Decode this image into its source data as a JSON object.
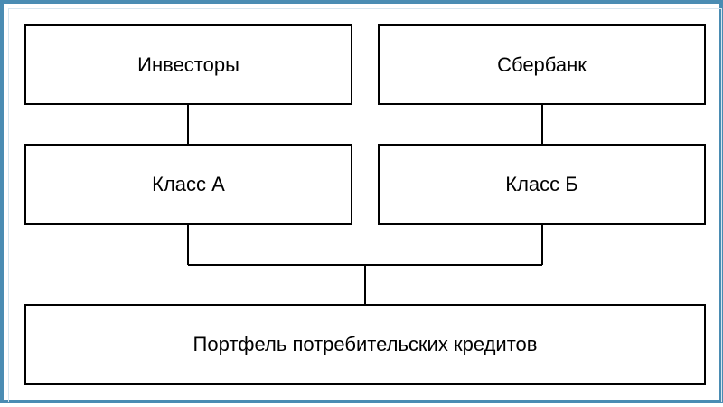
{
  "diagram": {
    "nodes": {
      "investors": "Инвесторы",
      "sberbank": "Сбербанк",
      "class_a": "Класс А",
      "class_b": "Класс Б",
      "portfolio": "Портфель потребительских кредитов"
    },
    "edges": [
      [
        "investors",
        "class_a"
      ],
      [
        "sberbank",
        "class_b"
      ],
      [
        "class_a",
        "portfolio"
      ],
      [
        "class_b",
        "portfolio"
      ]
    ]
  },
  "colors": {
    "frame": "#4a8cb3",
    "box_border": "#000000",
    "connector": "#000000",
    "text": "#000000",
    "background": "#ffffff"
  }
}
